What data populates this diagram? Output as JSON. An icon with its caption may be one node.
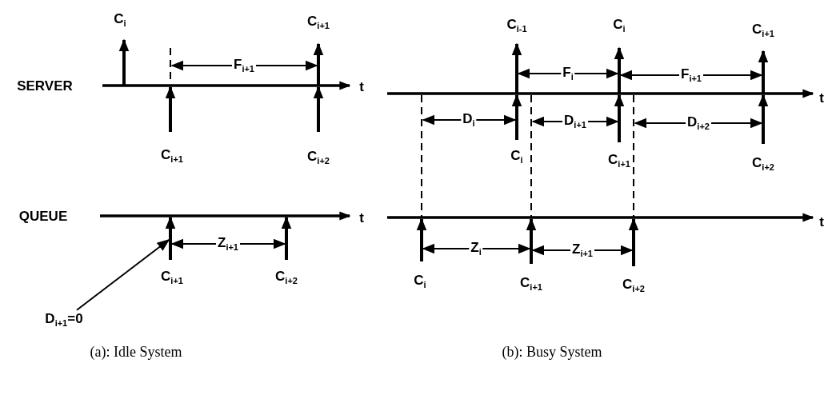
{
  "diagram": {
    "nodes": [
      {
        "text": [
          "D$_{i+1}$=0"
        ]
      },
      {
        "text": [],
        "shape": "arrow"
      }
    ],
    "edges": [
      {
        "from": 0,
        "to": 1,
        "arrow": "to"
      }
    ],
    "labels": [
      "C$_{i}$",
      "C$_{i+1}$",
      "C$_{i-1}$",
      "C$_{i}$",
      "C$_{i+1}$",
      "F$_{i+1}$",
      "F$_{i}$",
      "F$_{i+1}$",
      "SERVER",
      "t",
      "t",
      "D$_{i}$",
      "D$_{i+1}$",
      "D$_{i+2}$",
      "C$_{i+1}$",
      "C$_{i+2}$",
      "C$_{i}$",
      "C$_{i+1}$",
      "C$_{i+2}$",
      "QUEUE",
      "t",
      "t",
      "Z$_{i+1}$",
      "Z$_{i}$",
      "Z$_{i+1}$",
      "C$_{i+1}$",
      "C$_{i+2}$",
      "C$_{i}$",
      "C$_{i+1}$",
      "C$_{i+2}$",
      "(a): Idle System",
      "(b): Busy System"
    ]
  }
}
